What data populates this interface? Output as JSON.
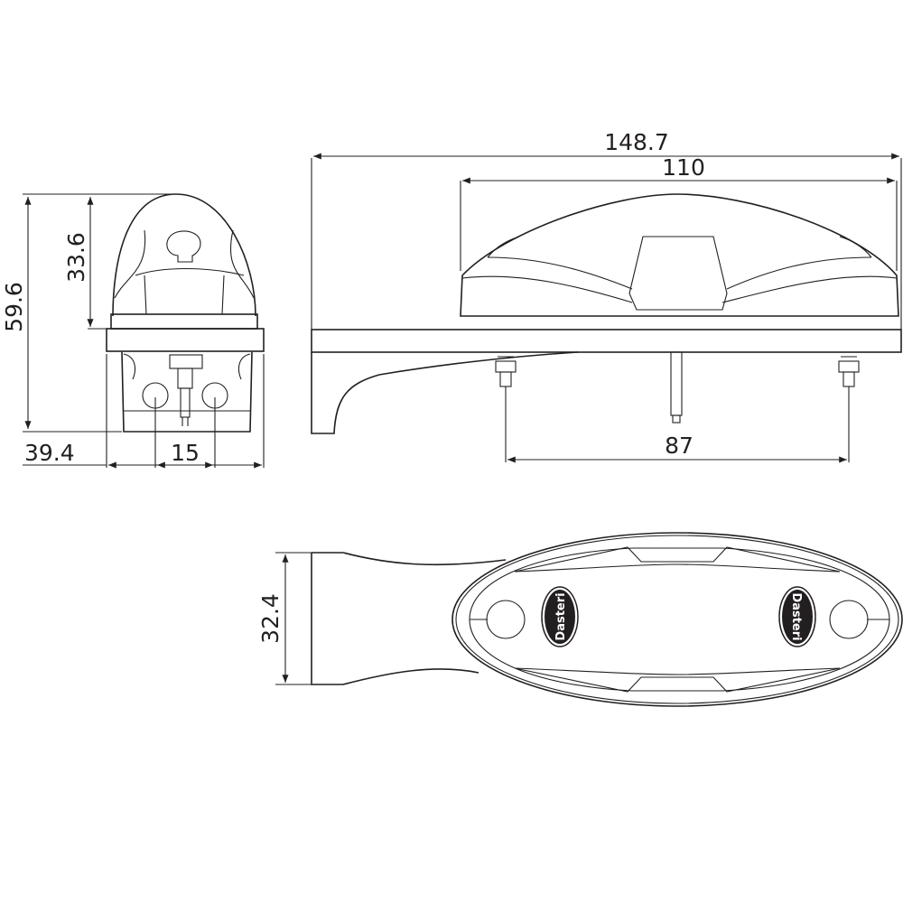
{
  "dimensions": {
    "overall_length": "148.7",
    "lens_length": "110",
    "mount_spacing": "87",
    "total_height": "59.6",
    "lens_height": "33.6",
    "base_width": "39.4",
    "hole_spacing": "15",
    "bottom_width": "32.4"
  },
  "logo": {
    "text": "Dasteri"
  },
  "colors": {
    "line": "#231f20",
    "background": "#ffffff"
  }
}
